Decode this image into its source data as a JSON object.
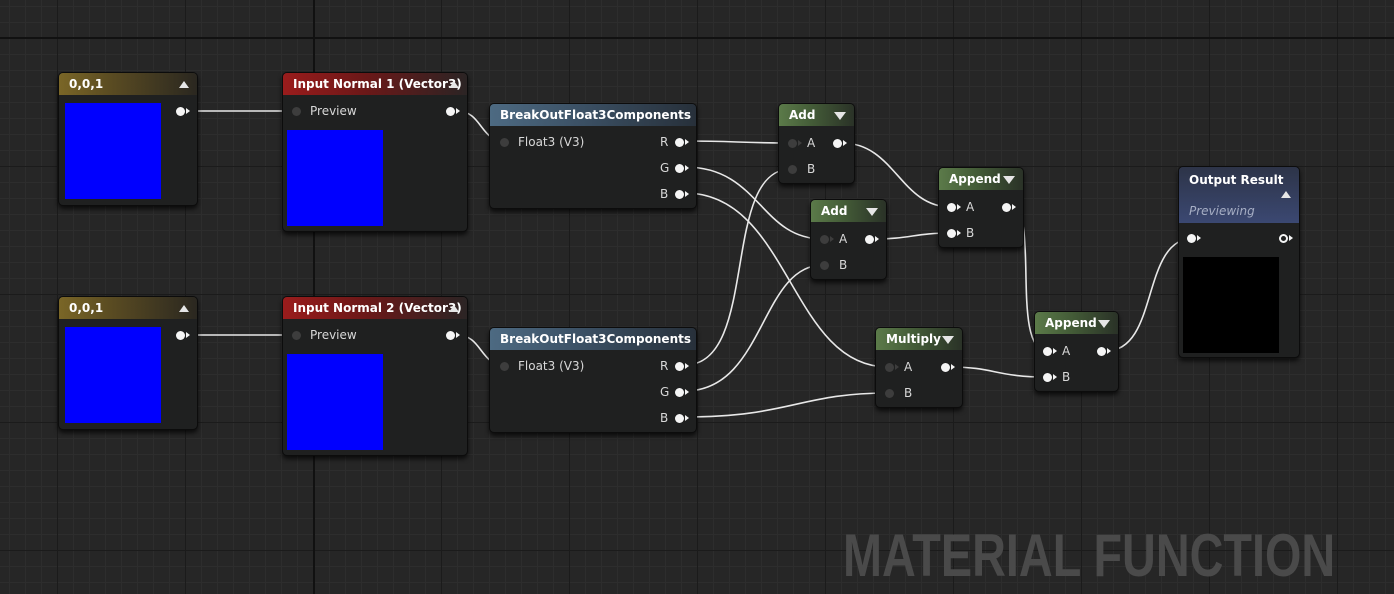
{
  "graph": {
    "watermark": "MATERIAL FUNCTION",
    "accent_colors": {
      "constant_header": "#7a6627",
      "input_header": "#9a1c1c",
      "function_header": "#4d6a82",
      "math_header": "#5b7a49",
      "output_header": "#3b4872",
      "preview_blue": "#0000ff",
      "wire": "#e8e8e8"
    }
  },
  "nodes": {
    "const1": {
      "title": "0,0,1"
    },
    "const2": {
      "title": "0,0,1"
    },
    "input1": {
      "title": "Input Normal 1 (Vector3)",
      "pin_preview": "Preview"
    },
    "input2": {
      "title": "Input Normal 2 (Vector3)",
      "pin_preview": "Preview"
    },
    "breakout1": {
      "title": "BreakOutFloat3Components",
      "pin_in": "Float3 (V3)",
      "pin_r": "R",
      "pin_g": "G",
      "pin_b": "B"
    },
    "breakout2": {
      "title": "BreakOutFloat3Components",
      "pin_in": "Float3 (V3)",
      "pin_r": "R",
      "pin_g": "G",
      "pin_b": "B"
    },
    "add1": {
      "title": "Add",
      "pin_a": "A",
      "pin_b": "B"
    },
    "add2": {
      "title": "Add",
      "pin_a": "A",
      "pin_b": "B"
    },
    "append1": {
      "title": "Append",
      "pin_a": "A",
      "pin_b": "B"
    },
    "multiply": {
      "title": "Multiply",
      "pin_a": "A",
      "pin_b": "B"
    },
    "append2": {
      "title": "Append",
      "pin_a": "A",
      "pin_b": "B"
    },
    "output": {
      "title": "Output Result",
      "status": "Previewing"
    }
  }
}
